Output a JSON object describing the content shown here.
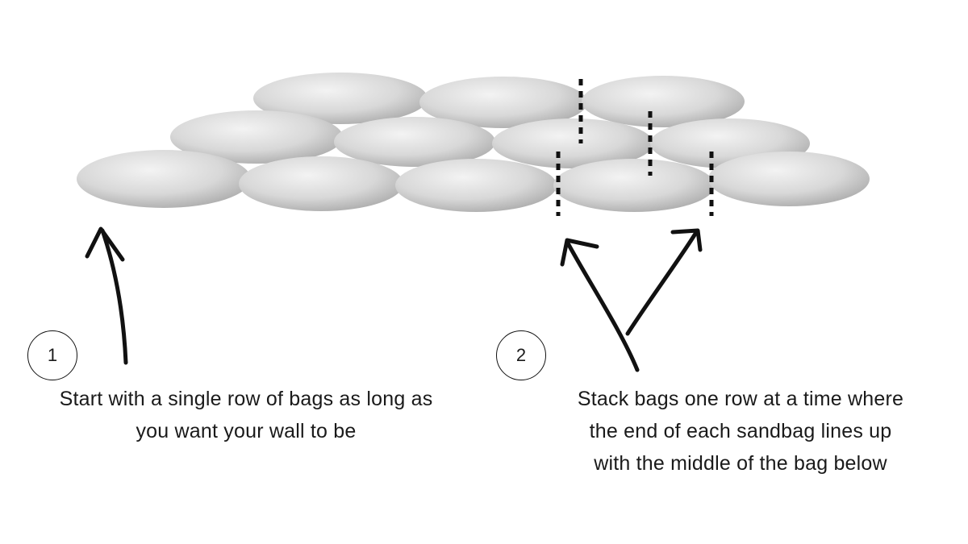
{
  "steps": [
    {
      "number": "1",
      "lines": [
        "Start with a single row of bags as long as",
        "you want your wall to be"
      ]
    },
    {
      "number": "2",
      "lines": [
        "Stack bags one row at a time where",
        "the end of each sandbag lines up",
        "with the middle of the bag below"
      ]
    }
  ],
  "colors": {
    "bag_light": "#ebebeb",
    "bag_mid": "#cfcfcf",
    "bag_dark": "#9a9a9a",
    "ink": "#111111"
  },
  "icons": {
    "step1_pointer": "curved-arrow-up-icon",
    "step2_pointer": "forked-arrow-icon",
    "alignment_marker": "dashed-line-icon"
  }
}
